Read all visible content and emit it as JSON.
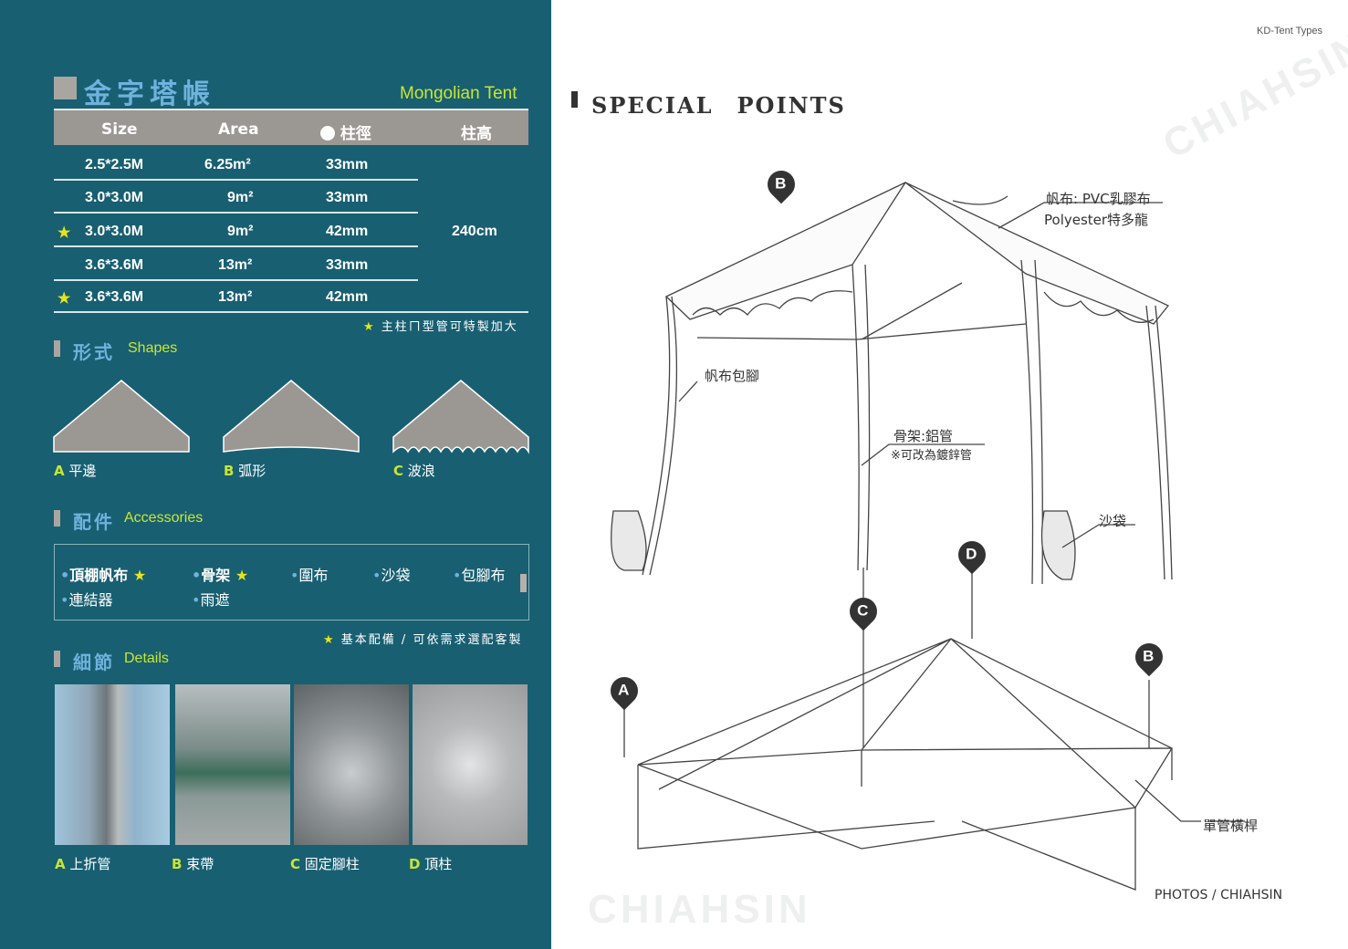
{
  "header": {
    "zh": "金字塔帳",
    "en": "Mongolian Tent",
    "corner": "KD-Tent Types"
  },
  "table": {
    "headers": [
      "Size",
      "Area",
      "柱徑",
      "柱高"
    ],
    "rows": [
      {
        "star": false,
        "size": "2.5*2.5M",
        "area": "6.25m²",
        "dia": "33mm"
      },
      {
        "star": false,
        "size": "3.0*3.0M",
        "area": "9m²",
        "dia": "33mm"
      },
      {
        "star": true,
        "size": "3.0*3.0M",
        "area": "9m²",
        "dia": "42mm"
      },
      {
        "star": false,
        "size": "3.6*3.6M",
        "area": "13m²",
        "dia": "33mm"
      },
      {
        "star": true,
        "size": "3.6*3.6M",
        "area": "13m²",
        "dia": "42mm"
      }
    ],
    "height": "240cm",
    "note": "主柱ㄇ型管可特製加大"
  },
  "shapes": {
    "zh": "形式",
    "en": "Shapes",
    "items": [
      {
        "letter": "A",
        "label": "平邊"
      },
      {
        "letter": "B",
        "label": "弧形"
      },
      {
        "letter": "C",
        "label": "波浪"
      }
    ]
  },
  "accessories": {
    "zh": "配件",
    "en": "Accessories",
    "items": [
      "頂棚帆布",
      "骨架",
      "圍布",
      "沙袋",
      "包腳布",
      "連結器",
      "雨遮"
    ],
    "note": "基本配備 / 可依需求選配客製"
  },
  "details": {
    "zh": "細節",
    "en": "Details",
    "items": [
      {
        "letter": "A",
        "label": "上折管"
      },
      {
        "letter": "B",
        "label": "束帶"
      },
      {
        "letter": "C",
        "label": "固定腳柱"
      },
      {
        "letter": "D",
        "label": "頂柱"
      }
    ]
  },
  "special": {
    "title": "SPECIAL　POINTS",
    "labels": {
      "canvas1": "帆布: PVC乳膠布",
      "canvas2": "Polyester特多龍",
      "skirt": "帆布包腳",
      "frame1": "骨架:鋁管",
      "frame2": "※可改為鍍鋅管",
      "sandbag": "沙袋",
      "crossbar": "單管橫桿"
    },
    "pins": [
      "A",
      "B",
      "C",
      "D",
      "B"
    ],
    "credit": "PHOTOS / CHIAHSIN",
    "watermark": "CHIAHSIN"
  },
  "star_glyph": "★"
}
